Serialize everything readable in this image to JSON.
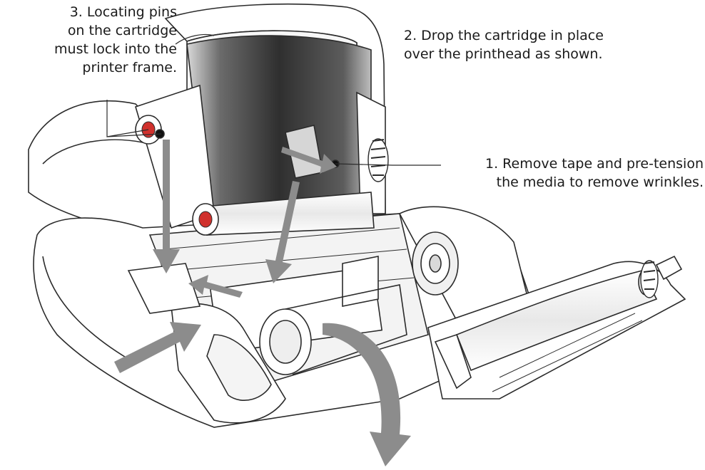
{
  "callouts": {
    "step3": {
      "lines": [
        "3. Locating pins",
        "on the cartridge",
        "must lock into the",
        "printer frame."
      ]
    },
    "step2": {
      "lines": [
        "2. Drop the cartridge in place",
        "over the printhead as shown."
      ]
    },
    "step1": {
      "lines": [
        "1. Remove tape and pre-tension",
        "the media to remove wrinkles."
      ]
    }
  },
  "colors": {
    "outline": "#2b2b2b",
    "ribbon_dark": "#3a3a3a",
    "ribbon_light": "#d6d6d6",
    "arrow": "#8c8c8c",
    "accent_red": "#d0312d"
  }
}
